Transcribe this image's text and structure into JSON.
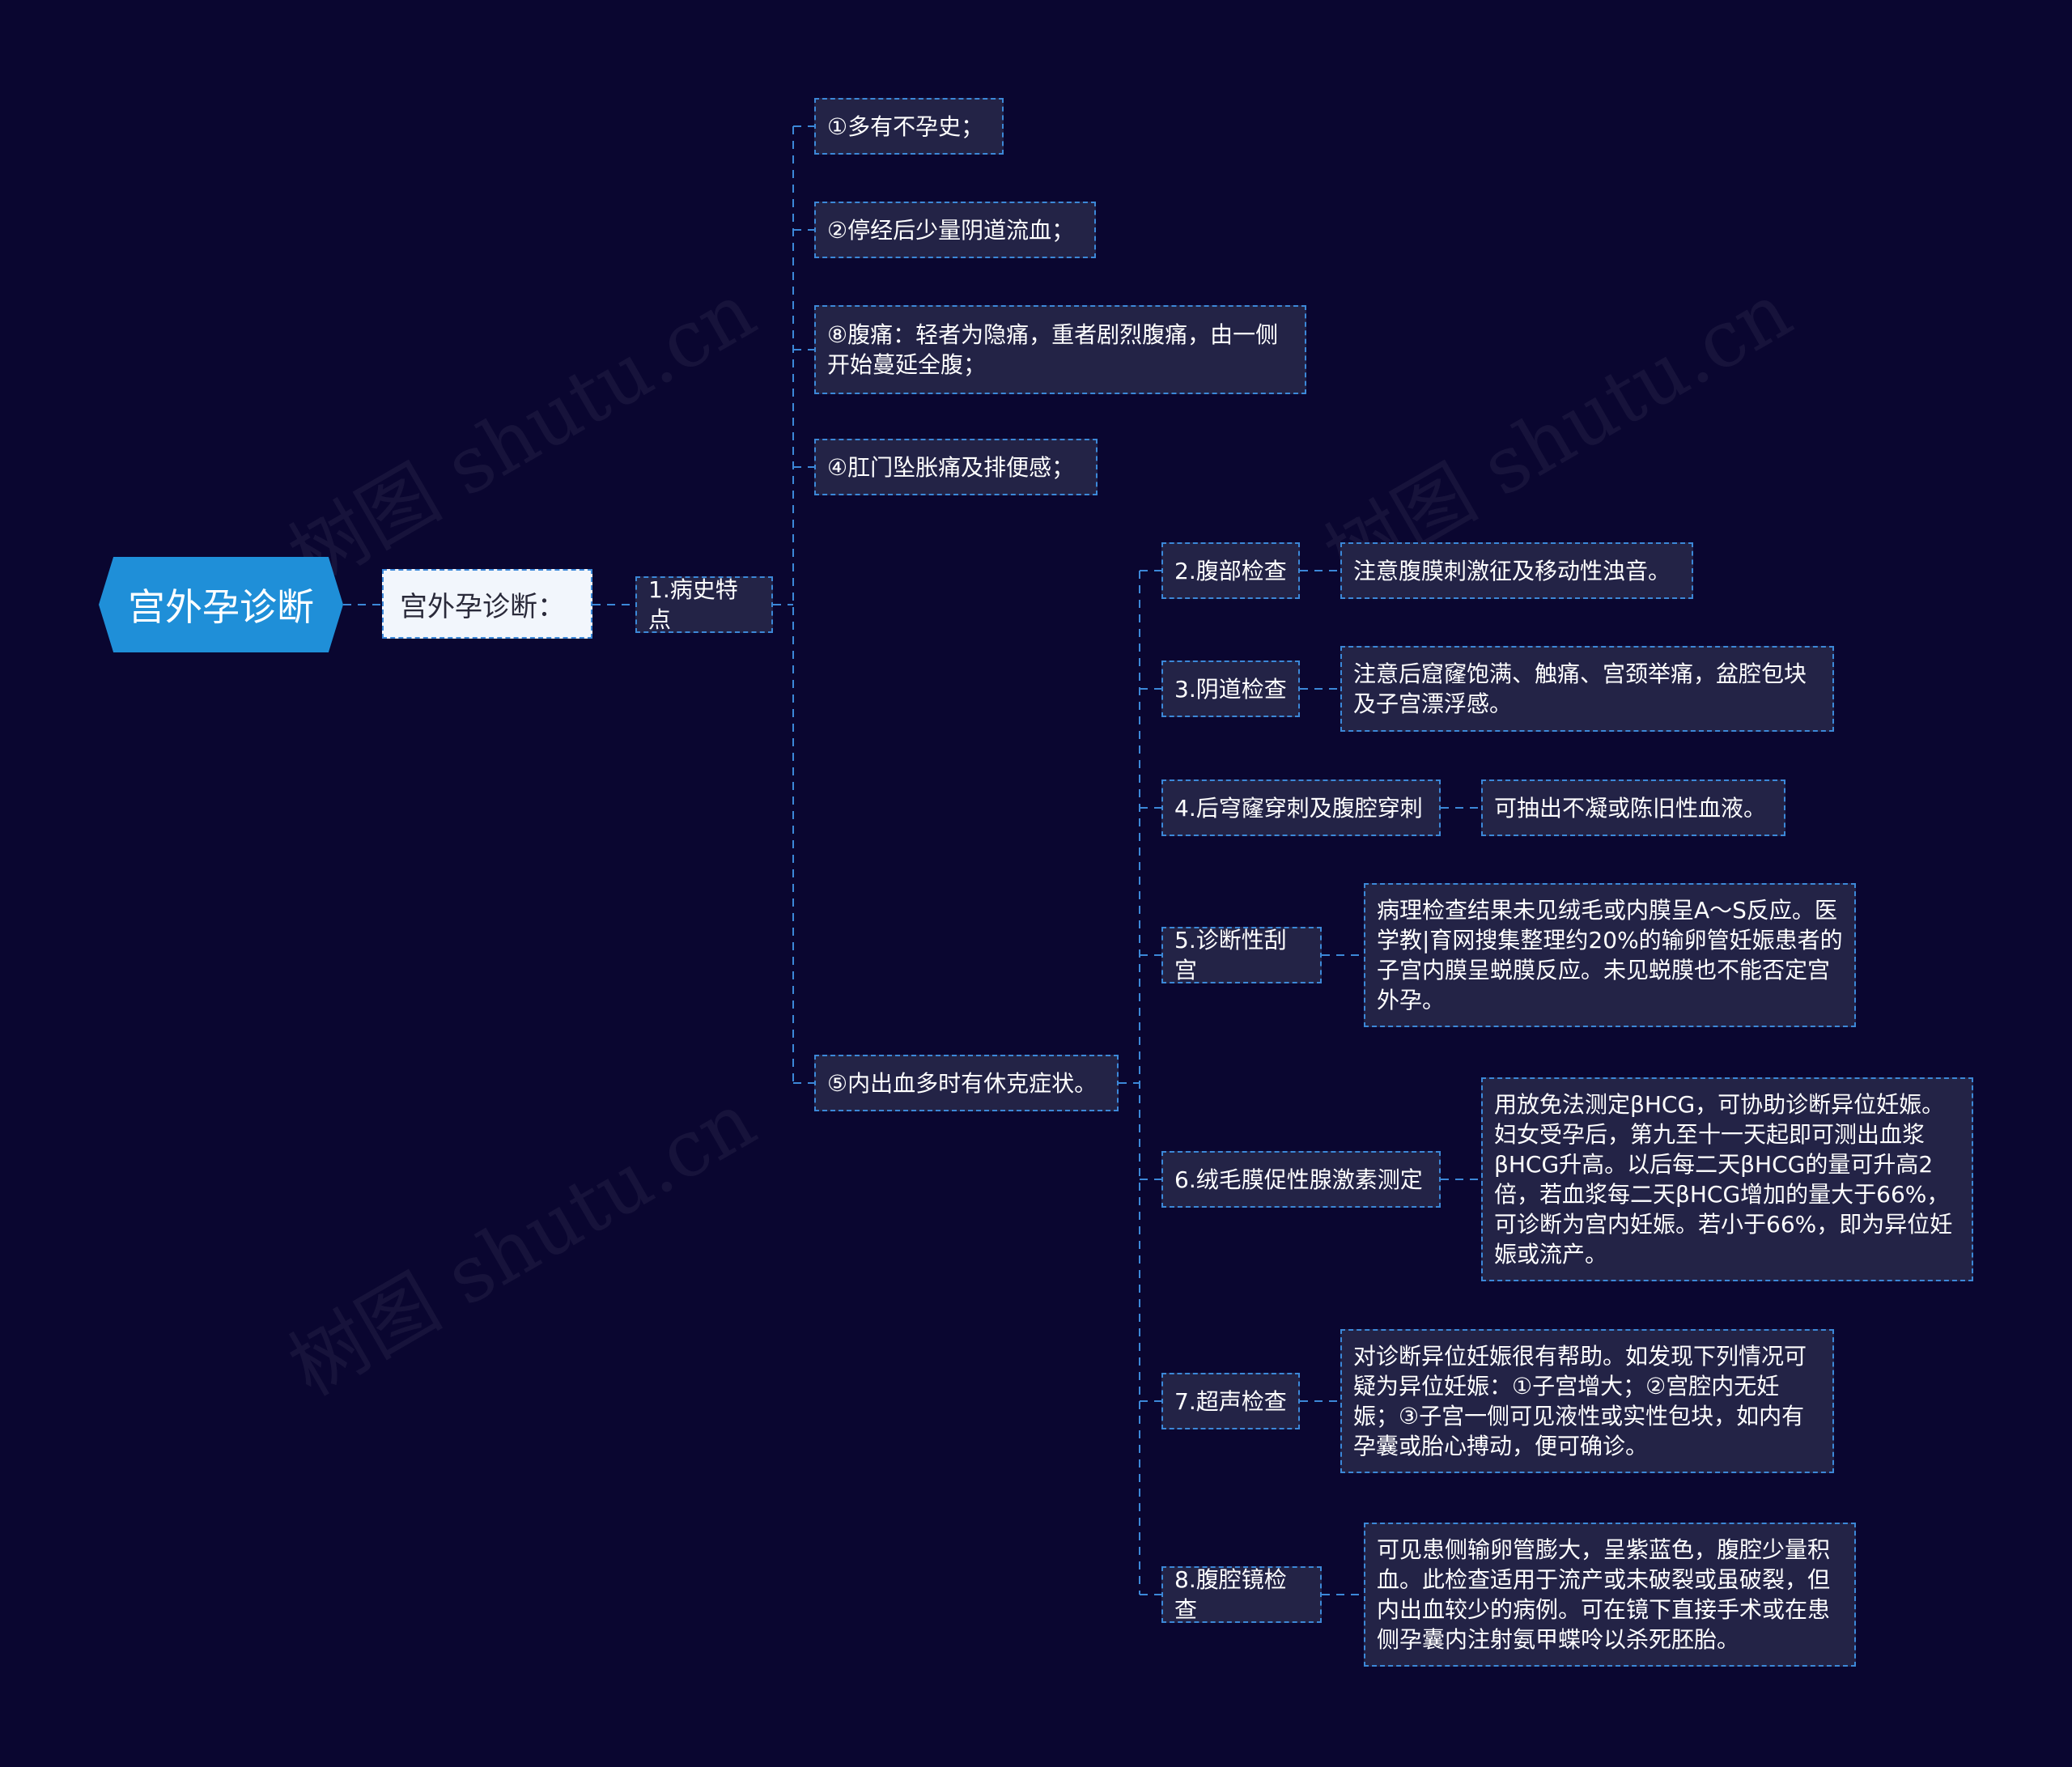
{
  "root": {
    "label": "宫外孕诊断"
  },
  "sub": {
    "label": "宫外孕诊断："
  },
  "history": {
    "label": "1.病史特点",
    "items": [
      "①多有不孕史；",
      "②停经后少量阴道流血；",
      "⑧腹痛：轻者为隐痛，重者剧烈腹痛，由一侧开始蔓延全腹；",
      "④肛门坠胀痛及排便感；",
      "⑤内出血多时有休克症状。"
    ]
  },
  "exams": [
    {
      "label": "2.腹部检查",
      "detail": "注意腹膜刺激征及移动性浊音。"
    },
    {
      "label": "3.阴道检查",
      "detail": "注意后窟窿饱满、触痛、宫颈举痛，盆腔包块及子宫漂浮感。"
    },
    {
      "label": "4.后穹窿穿刺及腹腔穿刺",
      "detail": "可抽出不凝或陈旧性血液。"
    },
    {
      "label": "5.诊断性刮宫",
      "detail": "病理检查结果未见绒毛或内膜呈A～S反应。医学教|育网搜集整理约20%的输卵管妊娠患者的子宫内膜呈蜕膜反应。未见蜕膜也不能否定宫外孕。"
    },
    {
      "label": "6.绒毛膜促性腺激素测定",
      "detail": "用放免法测定βHCG，可协助诊断异位妊娠。妇女受孕后，第九至十一天起即可测出血浆βHCG升高。以后每二天βHCG的量可升高2倍，若血浆每二天βHCG增加的量大于66%，可诊断为宫内妊娠。若小于66%，即为异位妊娠或流产。"
    },
    {
      "label": "7.超声检查",
      "detail": "对诊断异位妊娠很有帮助。如发现下列情况可疑为异位妊娠：①子宫增大；②宫腔内无妊娠；③子宫一侧可见液性或实性包块，如内有孕囊或胎心搏动，便可确诊。"
    },
    {
      "label": "8.腹腔镜检查",
      "detail": "可见患侧输卵管膨大，呈紫蓝色，腹腔少量积血。此检查适用于流产或未破裂或虽破裂，但内出血较少的病例。可在镜下直接手术或在患侧孕囊内注射氨甲蝶呤以杀死胚胎。"
    }
  ],
  "watermark": "树图 shutu.cn",
  "colors": {
    "background": "#0a0630",
    "root": "#1f8fd8",
    "node": "#232346",
    "line": "#3c88d8"
  }
}
